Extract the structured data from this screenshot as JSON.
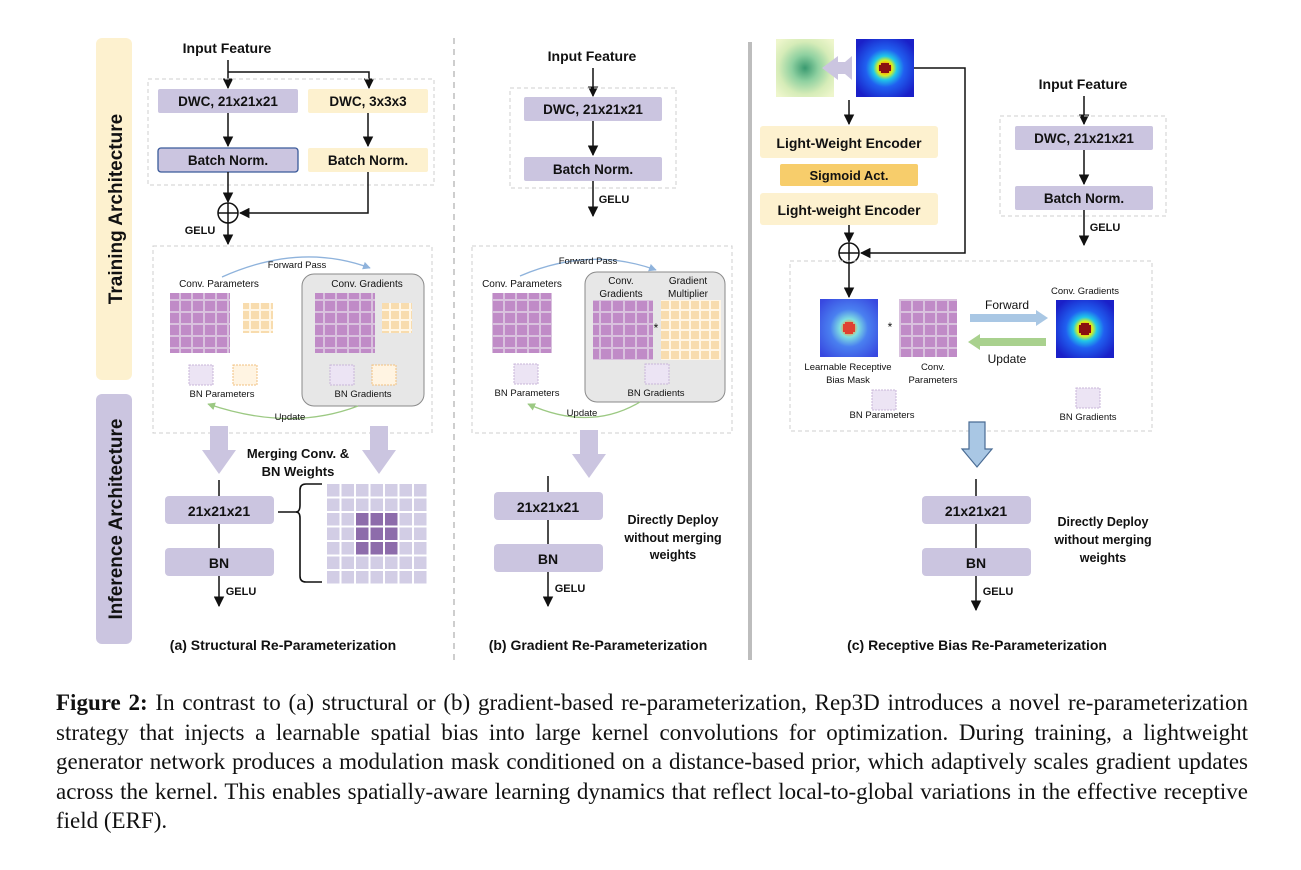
{
  "side_labels": {
    "training": "Training Architecture",
    "inference": "Inference Architecture"
  },
  "panel_a": {
    "input": "Input Feature",
    "dwc_large": "DWC, 21x21x21",
    "dwc_small": "DWC, 3x3x3",
    "bn_left": "Batch Norm.",
    "bn_right": "Batch Norm.",
    "gelu_top": "GELU",
    "forward_pass": "Forward Pass",
    "conv_params": "Conv. Parameters",
    "conv_grads": "Conv. Gradients",
    "bn_params": "BN Parameters",
    "bn_grads": "BN Gradients",
    "update": "Update",
    "merge_line1": "Merging Conv. &",
    "merge_line2": "BN Weights",
    "infer_conv": "21x21x21",
    "infer_bn": "BN",
    "gelu_bottom": "GELU",
    "title": "(a) Structural Re-Parameterization"
  },
  "panel_b": {
    "input": "Input Feature",
    "dwc": "DWC, 21x21x21",
    "bn": "Batch Norm.",
    "gelu_top": "GELU",
    "forward_pass": "Forward Pass",
    "conv_params": "Conv. Parameters",
    "conv_grads_1": "Conv.",
    "conv_grads_2": "Gradients",
    "grad_mult_1": "Gradient",
    "grad_mult_2": "Multiplier",
    "star": "*",
    "bn_params": "BN Parameters",
    "bn_grads": "BN Gradients",
    "update": "Update",
    "infer_conv": "21x21x21",
    "infer_bn": "BN",
    "gelu_bottom": "GELU",
    "deploy_1": "Directly Deploy",
    "deploy_2": "without merging",
    "deploy_3": "weights",
    "title": "(b) Gradient Re-Parameterization"
  },
  "panel_c": {
    "enc1": "Light-Weight Encoder",
    "sigmoid": "Sigmoid Act.",
    "enc2": "Light-weight Encoder",
    "input": "Input Feature",
    "dwc": "DWC, 21x21x21",
    "bn": "Batch Norm.",
    "gelu_top": "GELU",
    "conv_grads": "Conv. Gradients",
    "forward": "Forward",
    "update": "Update",
    "star": "*",
    "mask_1": "Learnable Receptive",
    "mask_2": "Bias Mask",
    "conv_params_1": "Conv.",
    "conv_params_2": "Parameters",
    "bn_params": "BN Parameters",
    "bn_grads": "BN Gradients",
    "infer_conv": "21x21x21",
    "infer_bn": "BN",
    "gelu_bottom": "GELU",
    "deploy_1": "Directly Deploy",
    "deploy_2": "without merging",
    "deploy_3": "weights",
    "title": "(c) Receptive Bias Re-Parameterization"
  },
  "caption": {
    "label": "Figure 2:",
    "text": " In contrast to (a) structural or (b) gradient-based re-parameterization, Rep3D introduces a novel re-parameterization strategy that injects a learnable spatial bias into large kernel convolutions for optimization. During training, a lightweight generator network produces a modulation mask conditioned on a distance-based prior, which adaptively scales gradient updates across the kernel. This enables spatially-aware learning dynamics that reflect local-to-global variations in the effective receptive field (ERF)."
  },
  "colors": {
    "purple_box": "#cbc5e0",
    "yellow_box": "#fdf1cf",
    "orange_box": "#f7cd6b",
    "grid_purple": "#c08bc7",
    "grid_orange": "#f5c98a",
    "merged_grid": "#d2cde5",
    "merged_center": "#8d6cab",
    "arrow_blue": "#a9c7e4",
    "arrow_green": "#a9d18e",
    "heat_blue": "#2a2ee0",
    "heat_red": "#e02020"
  }
}
